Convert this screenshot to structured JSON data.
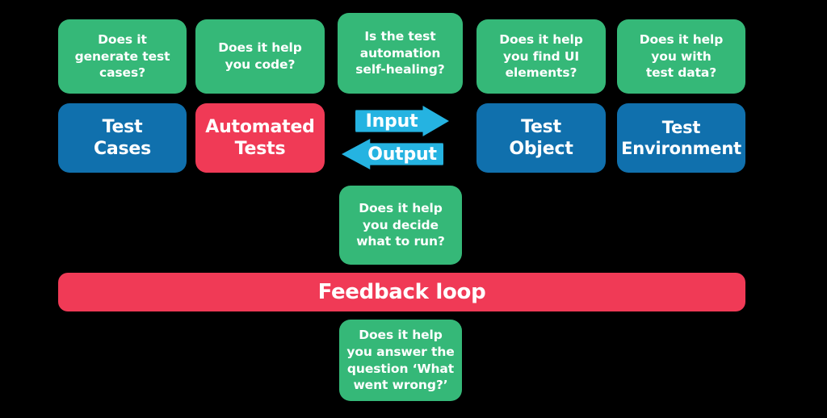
{
  "diagram": {
    "title": "Test automation feedback loop diagram",
    "background_color": "#000000",
    "colors": {
      "question_green": "#35b878",
      "entity_blue": "#1070ad",
      "accent_red": "#f03a56",
      "arrow_cyan": "#25b3e1",
      "text_white": "#ffffff"
    },
    "questions_row": [
      {
        "id": "q-test-cases",
        "lines": [
          "Does it",
          "generate test",
          "cases?"
        ]
      },
      {
        "id": "q-automated-tests",
        "lines": [
          "Does it help",
          "you code?"
        ]
      },
      {
        "id": "q-self-healing",
        "lines": [
          "Is the test",
          "automation",
          "self-healing?"
        ]
      },
      {
        "id": "q-test-object",
        "lines": [
          "Does it help",
          "you find UI",
          "elements?"
        ]
      },
      {
        "id": "q-test-environment",
        "lines": [
          "Does it help",
          "you with",
          "test data?"
        ]
      }
    ],
    "entities_row": [
      {
        "id": "entity-test-cases",
        "lines": [
          "Test",
          "Cases"
        ],
        "color": "#1070ad"
      },
      {
        "id": "entity-automated-tests",
        "lines": [
          "Automated",
          "Tests"
        ],
        "color": "#f03a56"
      },
      {
        "id": "entity-test-object",
        "lines": [
          "Test",
          "Object"
        ],
        "color": "#1070ad"
      },
      {
        "id": "entity-test-environment",
        "lines": [
          "Test",
          "Environment"
        ],
        "color": "#1070ad"
      }
    ],
    "arrows": [
      {
        "id": "arrow-input",
        "label": "Input",
        "direction": "right"
      },
      {
        "id": "arrow-output",
        "label": "Output",
        "direction": "left"
      }
    ],
    "question_decide": {
      "id": "q-decide-what-to-run",
      "lines": [
        "Does it help",
        "you decide",
        "what to run?"
      ]
    },
    "feedback_bar": {
      "id": "feedback-loop",
      "label": "Feedback loop"
    },
    "question_what_went_wrong": {
      "id": "q-what-went-wrong",
      "lines": [
        "Does it help",
        "you answer the",
        "question ‘What",
        "went wrong?’"
      ]
    }
  }
}
